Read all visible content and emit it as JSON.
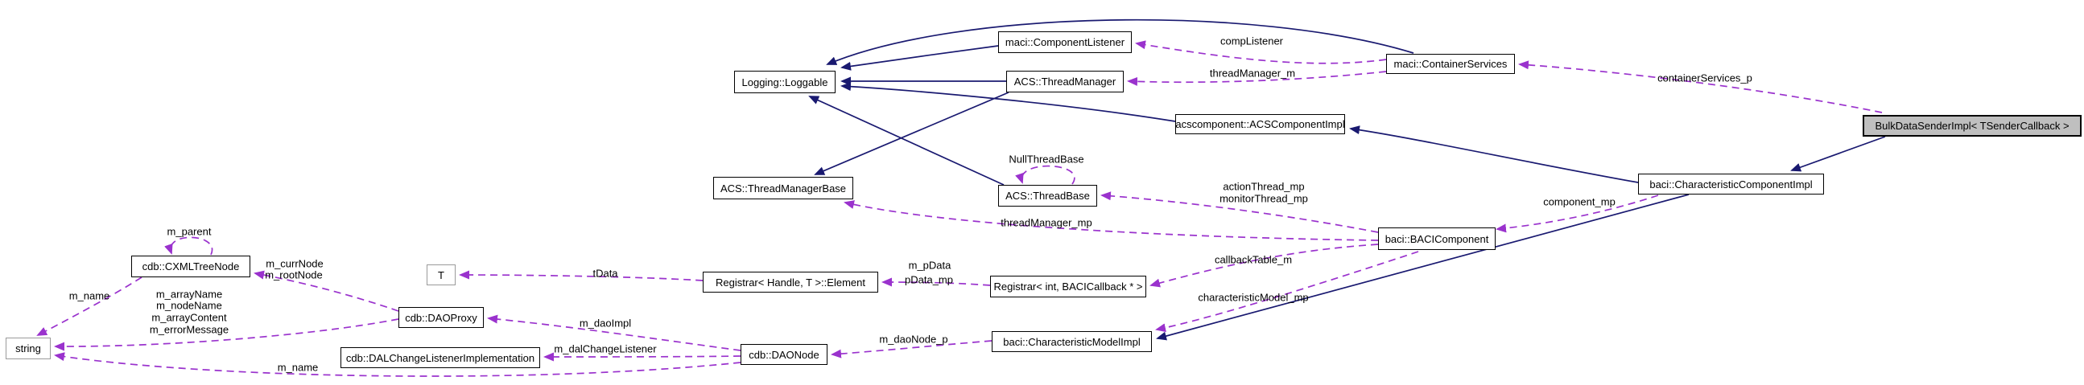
{
  "diagram": {
    "kind": "doxygen-collaboration-graph",
    "colors": {
      "background": "#ffffff",
      "inheritance_edge": "#191970",
      "usage_edge": "#9a32cd",
      "node_border": "#000000",
      "external_node_border": "#9a9a9a",
      "main_node_fill": "#bfbfbf",
      "text": "#000000"
    },
    "nodes": [
      {
        "label": "maci::ComponentListener"
      },
      {
        "label": "Logging::Loggable"
      },
      {
        "label": "ACS::ThreadManager"
      },
      {
        "label": "maci::ContainerServices"
      },
      {
        "label": "acscomponent::ACSComponentImpl"
      },
      {
        "label": "BulkDataSenderImpl< TSenderCallback >"
      },
      {
        "label": "ACS::ThreadManagerBase"
      },
      {
        "label": "ACS::ThreadBase"
      },
      {
        "label": "baci::CharacteristicComponentImpl"
      },
      {
        "label": "baci::BACIComponent"
      },
      {
        "label": "cdb::CXMLTreeNode"
      },
      {
        "label": "T"
      },
      {
        "label": "Registrar< Handle, T >::Element"
      },
      {
        "label": "Registrar< int, BACICallback * >"
      },
      {
        "label": "cdb::DAOProxy"
      },
      {
        "label": "string"
      },
      {
        "label": "cdb::DALChangeListenerImplementation"
      },
      {
        "label": "cdb::DAONode"
      },
      {
        "label": "baci::CharacteristicModelImpl"
      }
    ],
    "edge_labels": [
      {
        "text": "compListener"
      },
      {
        "text": "threadManager_m"
      },
      {
        "text": "containerServices_p"
      },
      {
        "text": "NullThreadBase"
      },
      {
        "text": "actionThread_mp"
      },
      {
        "text": "monitorThread_mp"
      },
      {
        "text": "component_mp"
      },
      {
        "text": "threadManager_mp"
      },
      {
        "text": "m_parent"
      },
      {
        "text": "callbackTable_m"
      },
      {
        "text": "m_currNode"
      },
      {
        "text": "m_pData"
      },
      {
        "text": "tData"
      },
      {
        "text": "m_rootNode"
      },
      {
        "text": "pData_mp"
      },
      {
        "text": "m_name"
      },
      {
        "text": "m_arrayName"
      },
      {
        "text": "characteristicModel_mp"
      },
      {
        "text": "m_nodeName"
      },
      {
        "text": "m_arrayContent"
      },
      {
        "text": "m_daoImpl"
      },
      {
        "text": "m_errorMessage"
      },
      {
        "text": "m_daoNode_p"
      },
      {
        "text": "m_dalChangeListener"
      },
      {
        "text": "m_name"
      }
    ],
    "edges": [
      {
        "from": "maci::ComponentListener",
        "to": "Logging::Loggable",
        "type": "inheritance"
      },
      {
        "from": "ACS::ThreadManager",
        "to": "Logging::Loggable",
        "type": "inheritance"
      },
      {
        "from": "ACS::ThreadBase",
        "to": "Logging::Loggable",
        "type": "inheritance"
      },
      {
        "from": "ACS::ThreadManager",
        "to": "ACS::ThreadManagerBase",
        "type": "inheritance"
      },
      {
        "from": "acscomponent::ACSComponentImpl",
        "to": "Logging::Loggable",
        "type": "inheritance"
      },
      {
        "from": "maci::ContainerServices",
        "to": "Logging::Loggable",
        "type": "inheritance"
      },
      {
        "from": "BulkDataSenderImpl< TSenderCallback >",
        "to": "baci::CharacteristicComponentImpl",
        "type": "inheritance"
      },
      {
        "from": "baci::CharacteristicComponentImpl",
        "to": "acscomponent::ACSComponentImpl",
        "type": "inheritance"
      },
      {
        "from": "baci::CharacteristicComponentImpl",
        "to": "baci::CharacteristicModelImpl",
        "type": "inheritance"
      },
      {
        "from": "maci::ContainerServices",
        "to": "maci::ComponentListener",
        "type": "usage",
        "label": "compListener"
      },
      {
        "from": "maci::ContainerServices",
        "to": "ACS::ThreadManager",
        "type": "usage",
        "label": "threadManager_m"
      },
      {
        "from": "BulkDataSenderImpl< TSenderCallback >",
        "to": "maci::ContainerServices",
        "type": "usage",
        "label": "containerServices_p"
      },
      {
        "from": "baci::BACIComponent",
        "to": "ACS::ThreadBase",
        "type": "usage",
        "label": "actionThread_mp monitorThread_mp"
      },
      {
        "from": "baci::BACIComponent",
        "to": "ACS::ThreadManagerBase",
        "type": "usage",
        "label": "threadManager_mp"
      },
      {
        "from": "ACS::ThreadBase",
        "to": "ACS::ThreadBase",
        "type": "usage",
        "label": "NullThreadBase"
      },
      {
        "from": "baci::CharacteristicComponentImpl",
        "to": "baci::BACIComponent",
        "type": "usage",
        "label": "component_mp"
      },
      {
        "from": "baci::BACIComponent",
        "to": "Registrar< int, BACICallback * >",
        "type": "usage",
        "label": "callbackTable_m"
      },
      {
        "from": "baci::BACIComponent",
        "to": "baci::CharacteristicModelImpl",
        "type": "usage",
        "label": "characteristicModel_mp"
      },
      {
        "from": "Registrar< int, BACICallback * >",
        "to": "Registrar< Handle, T >::Element",
        "type": "usage",
        "label": "m_pData pData_mp"
      },
      {
        "from": "Registrar< Handle, T >::Element",
        "to": "T",
        "type": "usage",
        "label": "tData"
      },
      {
        "from": "baci::CharacteristicModelImpl",
        "to": "cdb::DAONode",
        "type": "usage",
        "label": "m_daoNode_p"
      },
      {
        "from": "cdb::DAONode",
        "to": "cdb::DAOProxy",
        "type": "usage",
        "label": "m_daoImpl"
      },
      {
        "from": "cdb::DAONode",
        "to": "cdb::DALChangeListenerImplementation",
        "type": "usage",
        "label": "m_dalChangeListener"
      },
      {
        "from": "cdb::DAONode",
        "to": "string",
        "type": "usage",
        "label": "m_name"
      },
      {
        "from": "cdb::DAOProxy",
        "to": "string",
        "type": "usage",
        "label": "m_arrayName m_nodeName m_arrayContent m_errorMessage"
      },
      {
        "from": "cdb::DAOProxy",
        "to": "cdb::CXMLTreeNode",
        "type": "usage",
        "label": "m_currNode m_rootNode"
      },
      {
        "from": "cdb::CXMLTreeNode",
        "to": "string",
        "type": "usage",
        "label": "m_name"
      },
      {
        "from": "cdb::CXMLTreeNode",
        "to": "cdb::CXMLTreeNode",
        "type": "usage",
        "label": "m_parent"
      }
    ]
  }
}
